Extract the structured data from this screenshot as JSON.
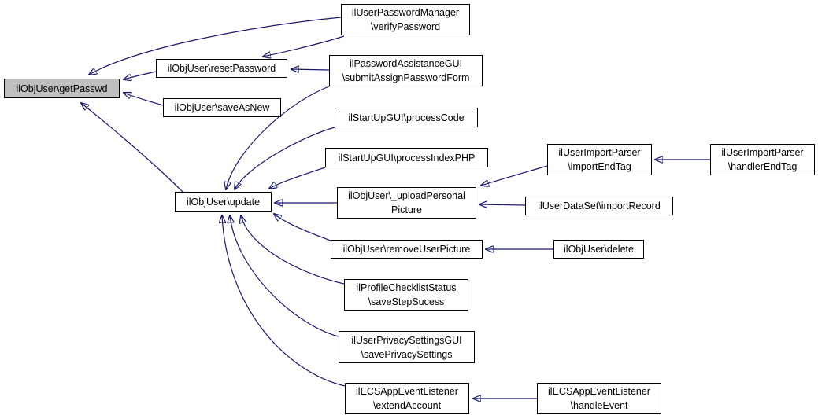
{
  "diagram": {
    "type": "caller-graph",
    "focus_function": "ilObjUser\\getPasswd"
  },
  "colors": {
    "edge": "#191970",
    "node_border": "#000000",
    "node_fill": "#ffffff",
    "highlight_fill": "#bfbfbf",
    "text": "#000000",
    "background": "#ffffff"
  },
  "nodes": {
    "getPasswd": {
      "label": [
        "ilObjUser\\getPasswd"
      ],
      "highlighted": true
    },
    "resetPassword": {
      "label": [
        "ilObjUser\\resetPassword"
      ],
      "highlighted": false
    },
    "saveAsNew": {
      "label": [
        "ilObjUser\\saveAsNew"
      ],
      "highlighted": false
    },
    "verifyPassword": {
      "label": [
        "ilUserPasswordManager",
        "\\verifyPassword"
      ],
      "highlighted": false
    },
    "submitAssignPasswordForm": {
      "label": [
        "ilPasswordAssistanceGUI",
        "\\submitAssignPasswordForm"
      ],
      "highlighted": false
    },
    "processCode": {
      "label": [
        "ilStartUpGUI\\processCode"
      ],
      "highlighted": false
    },
    "processIndexPHP": {
      "label": [
        "ilStartUpGUI\\processIndexPHP"
      ],
      "highlighted": false
    },
    "update": {
      "label": [
        "ilObjUser\\update"
      ],
      "highlighted": false
    },
    "uploadPersonalPicture": {
      "label": [
        "ilObjUser\\_uploadPersonal",
        "Picture"
      ],
      "highlighted": false
    },
    "importEndTag": {
      "label": [
        "ilUserImportParser",
        "\\importEndTag"
      ],
      "highlighted": false
    },
    "handlerEndTag": {
      "label": [
        "ilUserImportParser",
        "\\handlerEndTag"
      ],
      "highlighted": false
    },
    "importRecord": {
      "label": [
        "ilUserDataSet\\importRecord"
      ],
      "highlighted": false
    },
    "removeUserPicture": {
      "label": [
        "ilObjUser\\removeUserPicture"
      ],
      "highlighted": false
    },
    "delete": {
      "label": [
        "ilObjUser\\delete"
      ],
      "highlighted": false
    },
    "saveStepSucess": {
      "label": [
        "ilProfileChecklistStatus",
        "\\saveStepSucess"
      ],
      "highlighted": false
    },
    "savePrivacySettings": {
      "label": [
        "ilUserPrivacySettingsGUI",
        "\\savePrivacySettings"
      ],
      "highlighted": false
    },
    "extendAccount": {
      "label": [
        "ilECSAppEventListener",
        "\\extendAccount"
      ],
      "highlighted": false
    },
    "handleEvent": {
      "label": [
        "ilECSAppEventListener",
        "\\handleEvent"
      ],
      "highlighted": false
    }
  },
  "edges": [
    {
      "from": "verifyPassword",
      "to": "getPasswd"
    },
    {
      "from": "verifyPassword",
      "to": "resetPassword"
    },
    {
      "from": "submitAssignPasswordForm",
      "to": "resetPassword"
    },
    {
      "from": "resetPassword",
      "to": "getPasswd"
    },
    {
      "from": "saveAsNew",
      "to": "getPasswd"
    },
    {
      "from": "update",
      "to": "getPasswd"
    },
    {
      "from": "submitAssignPasswordForm",
      "to": "update"
    },
    {
      "from": "processCode",
      "to": "update"
    },
    {
      "from": "processIndexPHP",
      "to": "update"
    },
    {
      "from": "uploadPersonalPicture",
      "to": "update"
    },
    {
      "from": "importEndTag",
      "to": "uploadPersonalPicture"
    },
    {
      "from": "importRecord",
      "to": "uploadPersonalPicture"
    },
    {
      "from": "handlerEndTag",
      "to": "importEndTag"
    },
    {
      "from": "removeUserPicture",
      "to": "update"
    },
    {
      "from": "delete",
      "to": "removeUserPicture"
    },
    {
      "from": "saveStepSucess",
      "to": "update"
    },
    {
      "from": "savePrivacySettings",
      "to": "update"
    },
    {
      "from": "extendAccount",
      "to": "update"
    },
    {
      "from": "handleEvent",
      "to": "extendAccount"
    }
  ]
}
